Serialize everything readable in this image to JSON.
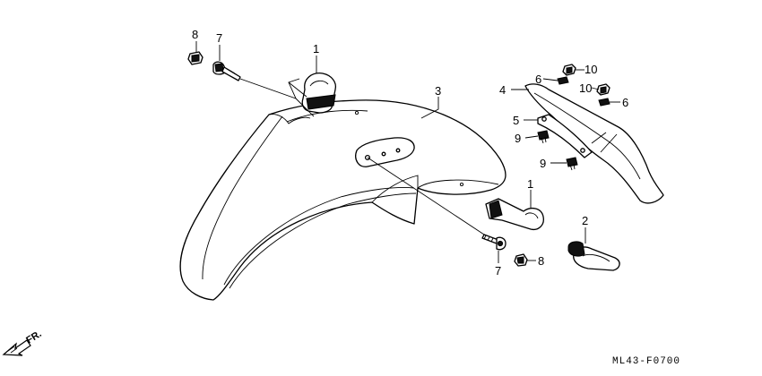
{
  "labels": {
    "c1a": "1",
    "c1b": "1",
    "c2": "2",
    "c3": "3",
    "c4": "4",
    "c5": "5",
    "c6a": "6",
    "c6b": "6",
    "c7a": "7",
    "c7b": "7",
    "c8a": "8",
    "c8b": "8",
    "c9a": "9",
    "c9b": "9",
    "c10a": "10",
    "c10b": "10"
  },
  "diagram_code": "ML43-F0700",
  "front_indicator": "FR."
}
